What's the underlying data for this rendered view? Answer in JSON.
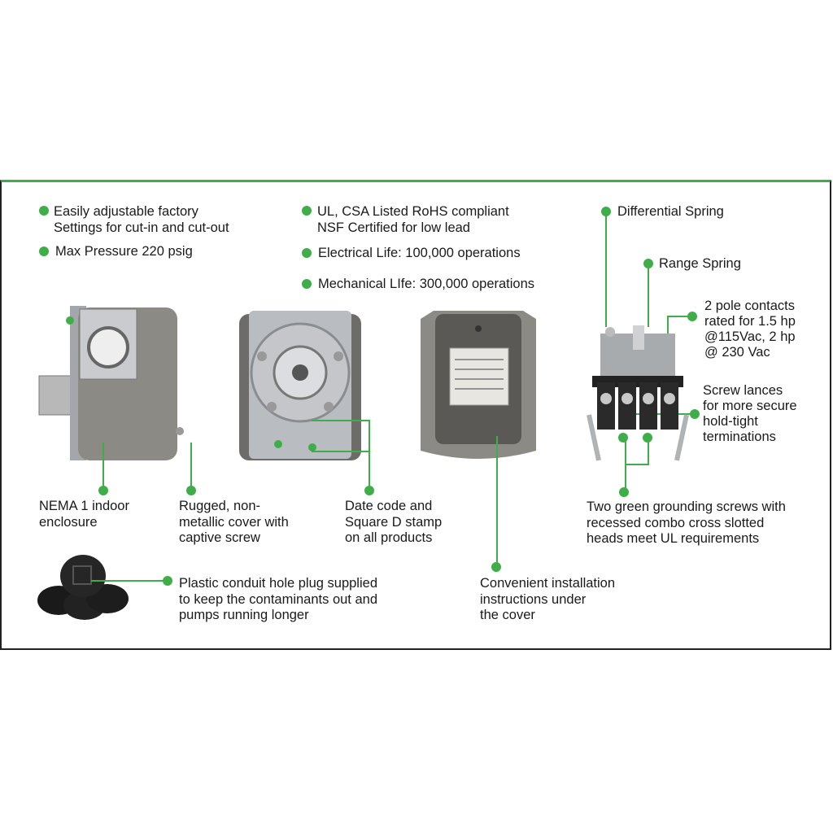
{
  "features": {
    "adjustable": {
      "line1": "Easily adjustable factory",
      "line2": "Settings for cut-in and cut-out"
    },
    "max_pressure": "Max Pressure 220 psig",
    "listing": {
      "line1": "UL, CSA Listed RoHS compliant",
      "line2": "NSF Certified for low lead"
    },
    "electrical_life": "Electrical Life: 100,000 operations",
    "mechanical_life": "Mechanical LIfe: 300,000 operations",
    "differential_spring": "Differential Spring",
    "range_spring": "Range Spring",
    "contacts": {
      "line1": "2 pole contacts",
      "line2": "rated for 1.5 hp",
      "line3": "@115Vac, 2 hp",
      "line4": "@ 230 Vac"
    },
    "screw_lances": {
      "line1": "Screw lances",
      "line2": "for more secure",
      "line3": "hold-tight",
      "line4": "terminations"
    },
    "nema": {
      "line1": "NEMA 1 indoor",
      "line2": "enclosure"
    },
    "cover": {
      "line1": "Rugged, non-",
      "line2": "metallic cover with",
      "line3": "captive screw"
    },
    "date_code": {
      "line1": "Date code and",
      "line2": "Square D stamp",
      "line3": "on all products"
    },
    "grounding": {
      "line1": "Two green grounding screws with",
      "line2": "recessed combo cross slotted",
      "line3": "heads meet UL requirements"
    },
    "plug": {
      "line1": "Plastic conduit hole plug supplied",
      "line2": "to keep the contaminants out and",
      "line3": "pumps running longer"
    },
    "instructions": {
      "line1": "Convenient installation",
      "line2": "instructions under",
      "line3": "the cover"
    }
  },
  "colors": {
    "accent": "#3fae49",
    "frame": "#222222",
    "enclosure": "#8c8a85"
  }
}
